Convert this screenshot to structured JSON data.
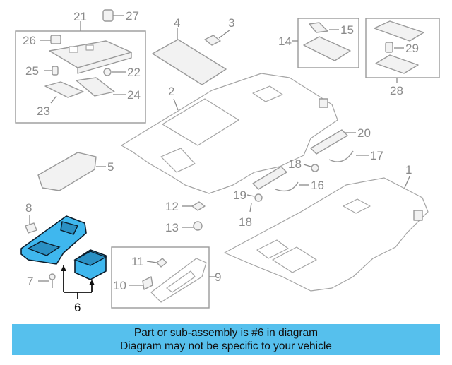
{
  "diagram": {
    "callouts": {
      "c1": "1",
      "c2": "2",
      "c3": "3",
      "c4": "4",
      "c5": "5",
      "c6": "6",
      "c7": "7",
      "c8": "8",
      "c9": "9",
      "c10": "10",
      "c11": "11",
      "c12": "12",
      "c13": "13",
      "c14": "14",
      "c15": "15",
      "c16": "16",
      "c17": "17",
      "c18a": "18",
      "c18b": "18",
      "c19": "19",
      "c20": "20",
      "c21": "21",
      "c22": "22",
      "c23": "23",
      "c24": "24",
      "c25": "25",
      "c26": "26",
      "c27": "27",
      "c28": "28",
      "c29": "29"
    },
    "highlighted_part": "6",
    "colors": {
      "highlight": "#3fb7ee",
      "banner": "#56c0ed",
      "line": "#9a9a9a"
    }
  },
  "banner": {
    "line1": "Part or sub-assembly is #6 in diagram",
    "line2": "Diagram may not be specific to your vehicle"
  }
}
